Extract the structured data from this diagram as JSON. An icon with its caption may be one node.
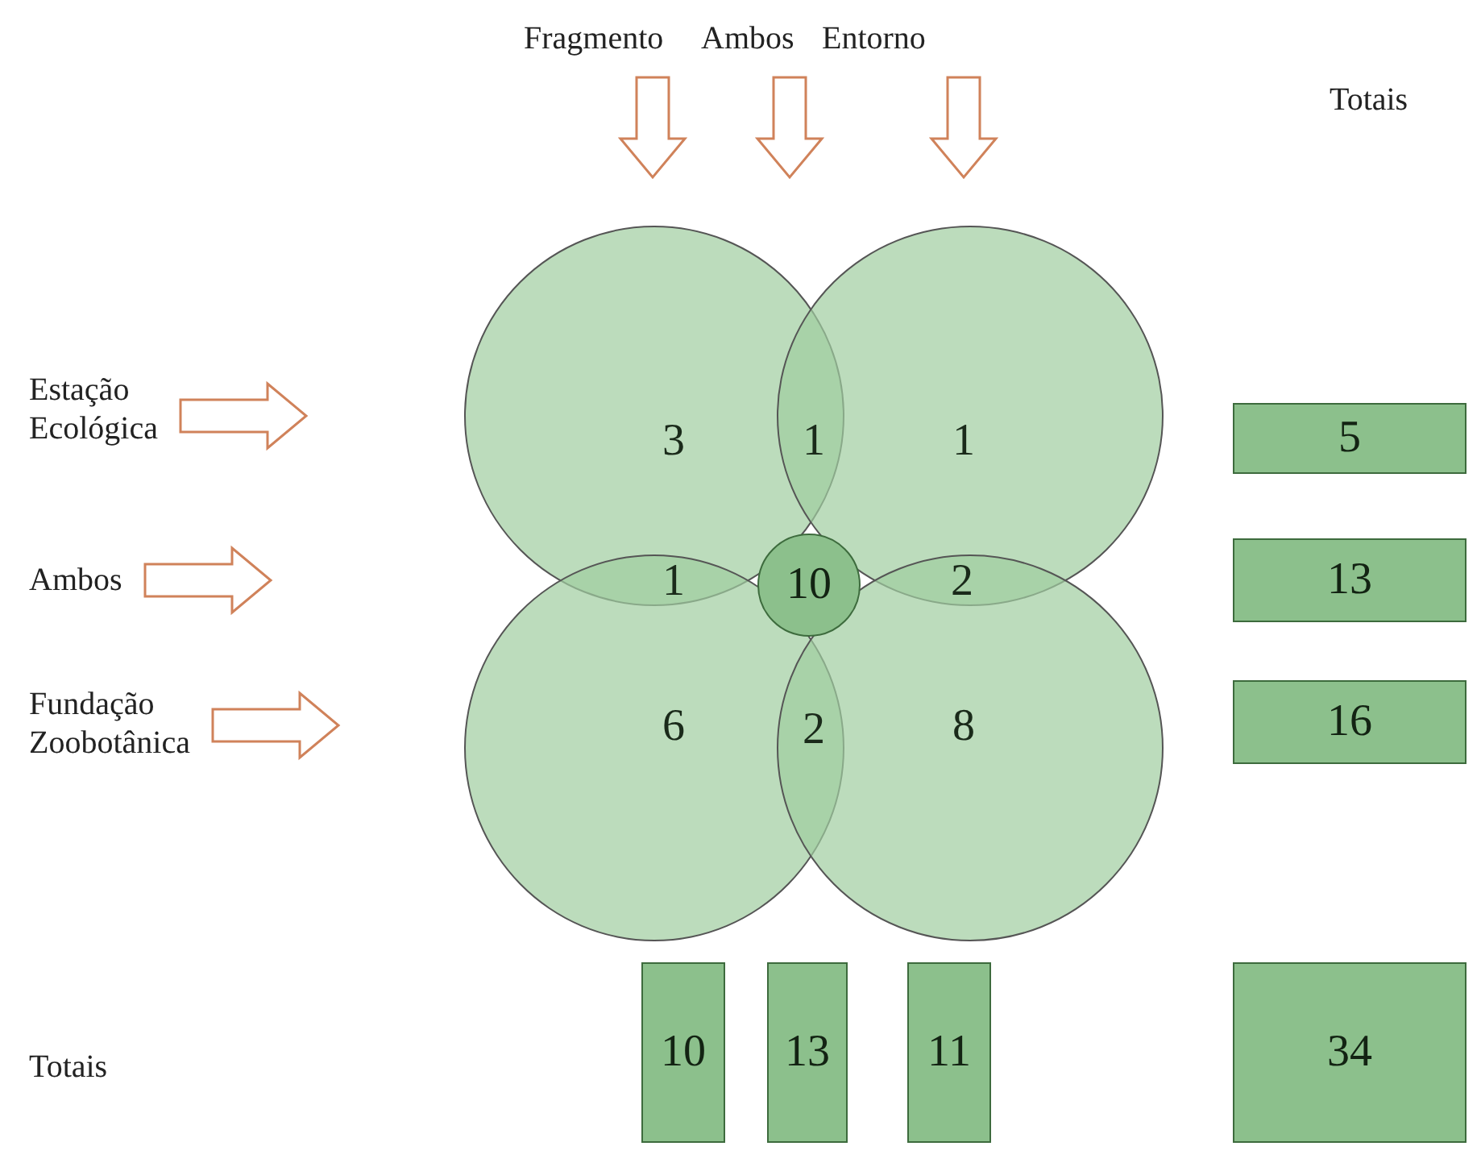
{
  "diagram": {
    "nodes": [
      {
        "text": [
          "Fragmento"
        ]
      },
      {
        "text": [
          "Ambos"
        ]
      },
      {
        "text": [
          "Entorno"
        ]
      },
      {
        "text": [
          "Estação Ecológica"
        ]
      },
      {
        "text": [
          "Ambos"
        ]
      },
      {
        "text": [
          "Fundação Zoobotânica"
        ]
      },
      {
        "text": [],
        "shape": "circle"
      },
      {
        "text": [],
        "shape": "circle"
      },
      {
        "text": [],
        "shape": "circle"
      },
      {
        "text": [],
        "shape": "circle"
      },
      {
        "text": [
          "10"
        ]
      },
      {
        "text": [
          "5"
        ]
      },
      {
        "text": [
          "13"
        ]
      },
      {
        "text": [
          "16"
        ]
      },
      {
        "text": [
          "10"
        ]
      },
      {
        "text": [
          "13"
        ]
      },
      {
        "text": [
          "11"
        ]
      },
      {
        "text": [
          "34"
        ]
      }
    ],
    "edges": [
      {
        "from": 0,
        "to": null,
        "arrow": "to"
      },
      {
        "from": 1,
        "to": null,
        "arrow": "to"
      },
      {
        "from": 2,
        "to": null,
        "arrow": "to"
      },
      {
        "from": 3,
        "to": null,
        "arrow": "to"
      },
      {
        "from": 4,
        "to": null,
        "arrow": "to"
      },
      {
        "from": 5,
        "to": null,
        "arrow": "to"
      }
    ],
    "labels": [
      "Totais",
      "3",
      "1",
      "1",
      "1",
      "2",
      "6",
      "2",
      "8",
      "Totais"
    ]
  }
}
